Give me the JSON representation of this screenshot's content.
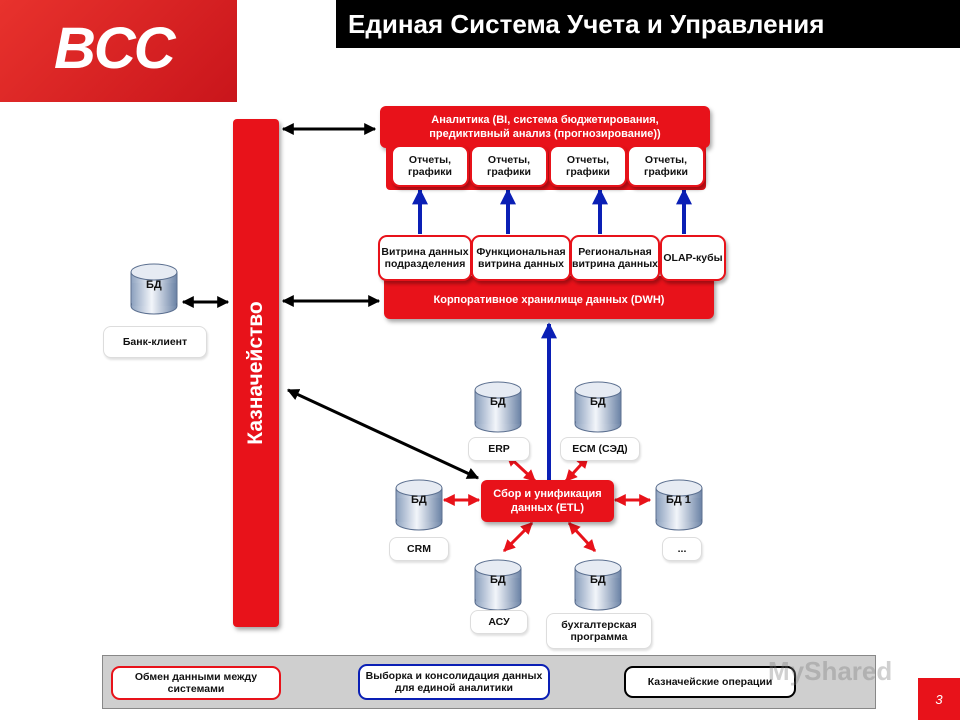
{
  "header": {
    "logo_text": "BCC",
    "title": "Единая Система Учета и Управления"
  },
  "treasury": {
    "label": "Казначейство"
  },
  "analytics": {
    "label": "Аналитика (BI, система бюджетирования, предиктивный анализ (прогнозирование))",
    "reports": [
      "Отчеты, графики",
      "Отчеты, графики",
      "Отчеты, графики",
      "Отчеты, графики"
    ]
  },
  "marts": [
    "Витрина данных подразделения",
    "Функциональная витрина данных",
    "Региональная витрина данных",
    "OLAP-кубы"
  ],
  "dwh": {
    "label": "Корпоративное хранилище данных (DWH)"
  },
  "etl": {
    "label": "Сбор и унификация данных (ETL)"
  },
  "databases": {
    "db_label": "БД",
    "db1_label": "БД 1",
    "bank_client": "Банк-клиент",
    "erp": "ERP",
    "ecm": "ECM (СЭД)",
    "crm": "CRM",
    "other": "...",
    "asu": "АСУ",
    "accounting": "бухгалтерская программа"
  },
  "legend": {
    "exchange": "Обмен данными между системами",
    "consolidation": "Выборка и консолидация данных для единой аналитики",
    "treasury_ops": "Казначейские операции"
  },
  "colors": {
    "accent_red": "#e8121a",
    "blue_arrow": "#0a1fb5",
    "black": "#000000"
  },
  "watermark": "MyShared",
  "page_number": "3"
}
